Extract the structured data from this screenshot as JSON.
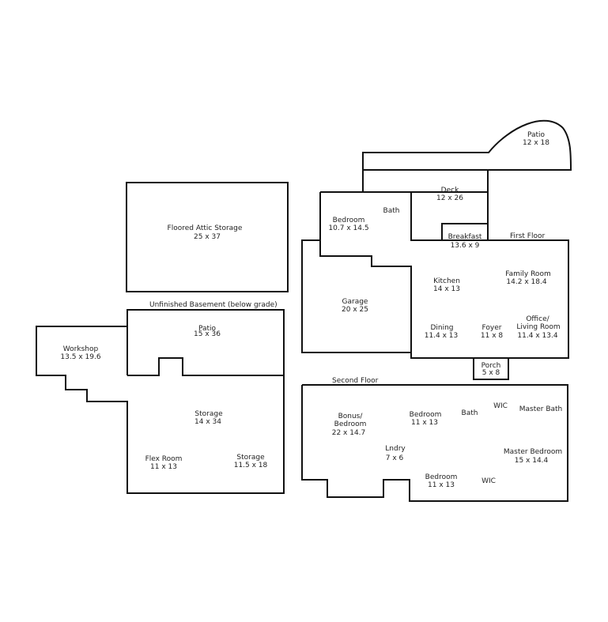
{
  "sections": {
    "first_floor": "First Floor",
    "second_floor": "Second Floor",
    "basement": "Unfinished Basement (below grade)"
  },
  "attic": {
    "name": "Floored Attic Storage",
    "size": "25 x 37"
  },
  "first": {
    "patio": {
      "name": "Patio",
      "size": "12 x 18"
    },
    "deck": {
      "name": "Deck",
      "size": "12 x 26"
    },
    "bath": {
      "name": "Bath"
    },
    "bedroom": {
      "name": "Bedroom",
      "size": "10.7 x 14.5"
    },
    "breakfast": {
      "name": "Breakfast",
      "size": "13.6 x 9"
    },
    "garage": {
      "name": "Garage",
      "size": "20 x 25"
    },
    "kitchen": {
      "name": "Kitchen",
      "size": "14 x 13"
    },
    "family_room": {
      "name": "Family Room",
      "size": "14.2 x 18.4"
    },
    "dining": {
      "name": "Dining",
      "size": "11.4 x 13"
    },
    "foyer": {
      "name": "Foyer",
      "size": "11 x 8"
    },
    "office": {
      "name1": "Office/",
      "name2": "Living Room",
      "size": "11.4 x 13.4"
    },
    "porch": {
      "name": "Porch",
      "size": "5 x 8"
    }
  },
  "basement": {
    "patio": {
      "name": "Patio",
      "size": "15 x 36"
    },
    "workshop": {
      "name": "Workshop",
      "size": "13.5 x 19.6"
    },
    "storage_main": {
      "name": "Storage",
      "size": "14 x 34"
    },
    "flex_room": {
      "name": "Flex Room",
      "size": "11 x 13"
    },
    "storage_small": {
      "name": "Storage",
      "size": "11.5 x 18"
    }
  },
  "second": {
    "bonus": {
      "name1": "Bonus/",
      "name2": "Bedroom",
      "size": "22 x 14.7"
    },
    "bedroom_a": {
      "name": "Bedroom",
      "size": "11 x 13"
    },
    "bath": {
      "name": "Bath"
    },
    "wic_top": {
      "name": "WIC"
    },
    "master_bath": {
      "name": "Master Bath"
    },
    "laundry": {
      "name": "Lndry",
      "size": "7 x 6"
    },
    "master_bedroom": {
      "name": "Master Bedroom",
      "size": "15 x 14.4"
    },
    "bedroom_b": {
      "name": "Bedroom",
      "size": "11 x 13"
    },
    "wic_bottom": {
      "name": "WIC"
    }
  }
}
